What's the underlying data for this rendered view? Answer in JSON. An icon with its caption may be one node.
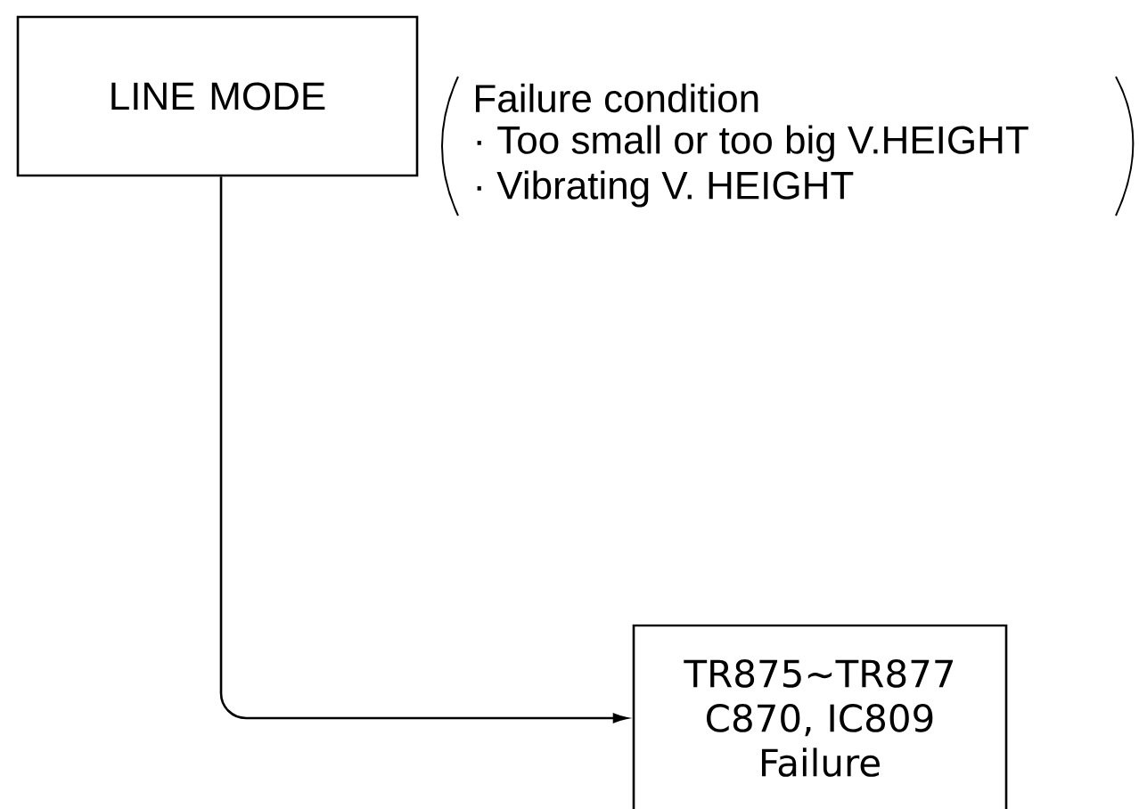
{
  "diagram": {
    "nodes": [
      {
        "text": [
          "LINE MODE"
        ],
        "beside": [
          "Failure condition",
          "· Too small or too big V.HEIGHT",
          "· Vibrating V. HEIGHT"
        ]
      },
      {
        "text": [
          "TR875∼TR877 C870, IC809 Failure"
        ]
      }
    ],
    "edges": [
      {
        "from": 0,
        "to": 1,
        "arrow": "to"
      }
    ]
  }
}
